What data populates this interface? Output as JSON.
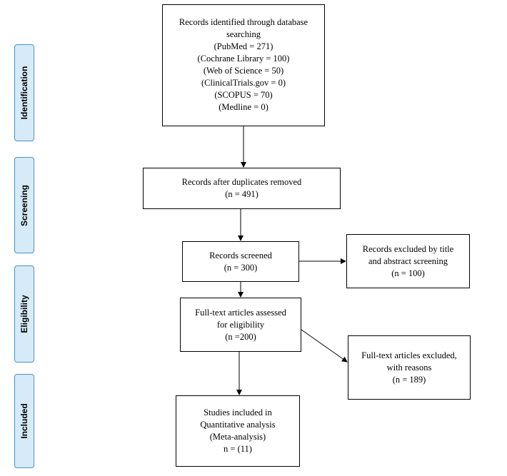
{
  "phases": [
    {
      "label": "Identification"
    },
    {
      "label": "Screening"
    },
    {
      "label": "Eligibility"
    },
    {
      "label": "Included"
    }
  ],
  "boxes": {
    "identified": {
      "lines": [
        "Records identified through database",
        "searching",
        "(PubMed = 271)",
        "(Cochrane Library = 100)",
        "(Web of Science = 50)",
        "(ClinicalTrials.gov = 0)",
        "(SCOPUS = 70)",
        "(Medline = 0)"
      ]
    },
    "duplicates_removed": {
      "lines": [
        "Records after duplicates removed",
        "(n = 491)"
      ]
    },
    "screened": {
      "lines": [
        "Records screened",
        "(n = 300)"
      ]
    },
    "excluded_screening": {
      "lines": [
        "Records excluded by title",
        "and abstract screening",
        "(n = 100)"
      ]
    },
    "fulltext_assessed": {
      "lines": [
        "Full-text articles assessed",
        "for eligibility",
        "(n =200)"
      ]
    },
    "fulltext_excluded": {
      "lines": [
        "Full-text articles excluded,",
        "with reasons",
        "(n = 189)"
      ]
    },
    "included": {
      "lines": [
        "Studies included in",
        "Quantitative analysis",
        "(Meta-analysis)",
        "n = (11)"
      ]
    }
  }
}
